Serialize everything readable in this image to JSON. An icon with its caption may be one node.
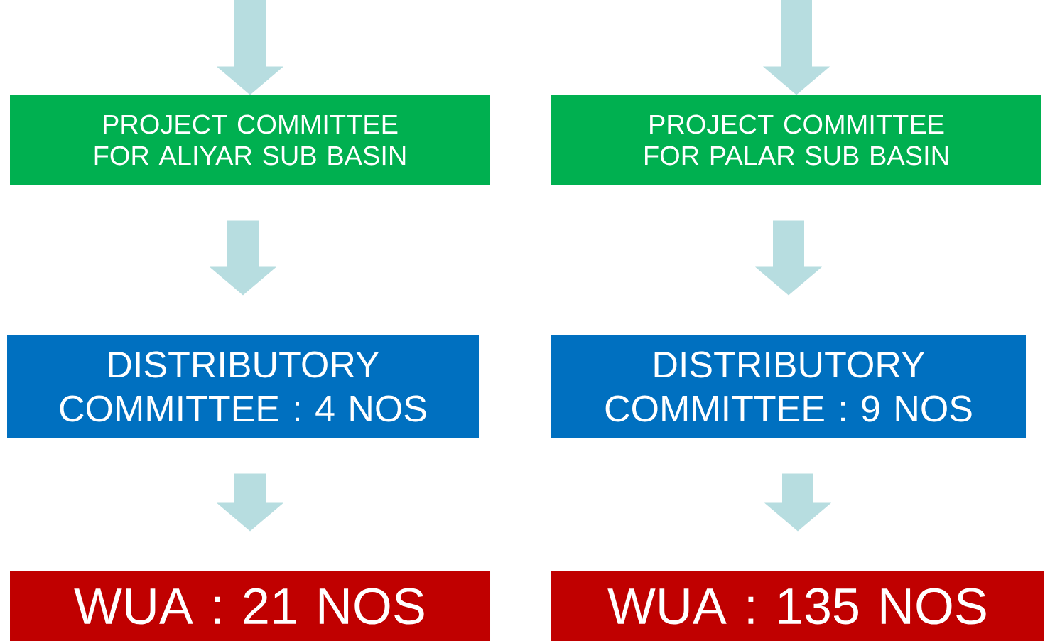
{
  "diagram": {
    "nodes": [
      {
        "text": [
          "PROJECT COMMITTEE FOR ALIYAR SUB BASIN"
        ]
      },
      {
        "text": [
          "PROJECT COMMITTEE FOR PALAR SUB BASIN"
        ]
      },
      {
        "text": [
          "DISTRIBUTORY COMMITTEE : 4 NOS"
        ]
      },
      {
        "text": [
          "DISTRIBUTORY COMMITTEE : 9 NOS"
        ]
      },
      {
        "text": [
          "WUA : 21 NOS"
        ]
      },
      {
        "text": [
          "WUA : 135 NOS"
        ]
      }
    ],
    "edges": [
      {
        "from": null,
        "to": 0,
        "arrow": "to"
      },
      {
        "from": null,
        "to": 1,
        "arrow": "to"
      },
      {
        "from": 0,
        "to": 2,
        "arrow": "to"
      },
      {
        "from": 1,
        "to": 3,
        "arrow": "to"
      },
      {
        "from": 2,
        "to": 4,
        "arrow": "to"
      },
      {
        "from": 3,
        "to": 5,
        "arrow": "to"
      }
    ]
  }
}
